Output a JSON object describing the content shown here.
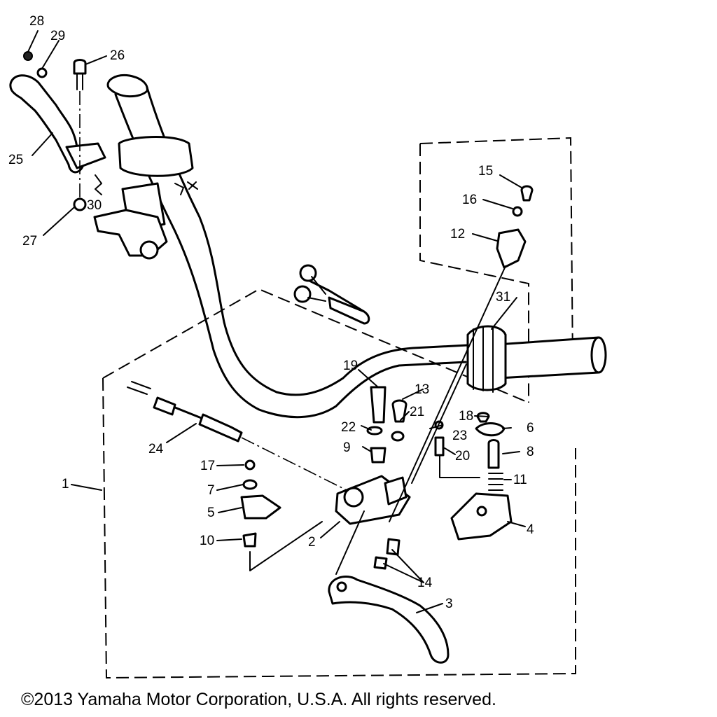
{
  "callouts": [
    "1",
    "2",
    "3",
    "4",
    "5",
    "6",
    "7",
    "8",
    "9",
    "10",
    "11",
    "12",
    "13",
    "14",
    "15",
    "16",
    "17",
    "18",
    "19",
    "20",
    "21",
    "22",
    "23",
    "24",
    "25",
    "26",
    "27",
    "28",
    "29",
    "30",
    "31"
  ],
  "copyright": "©2013 Yamaha Motor Corporation, U.S.A. All rights reserved."
}
